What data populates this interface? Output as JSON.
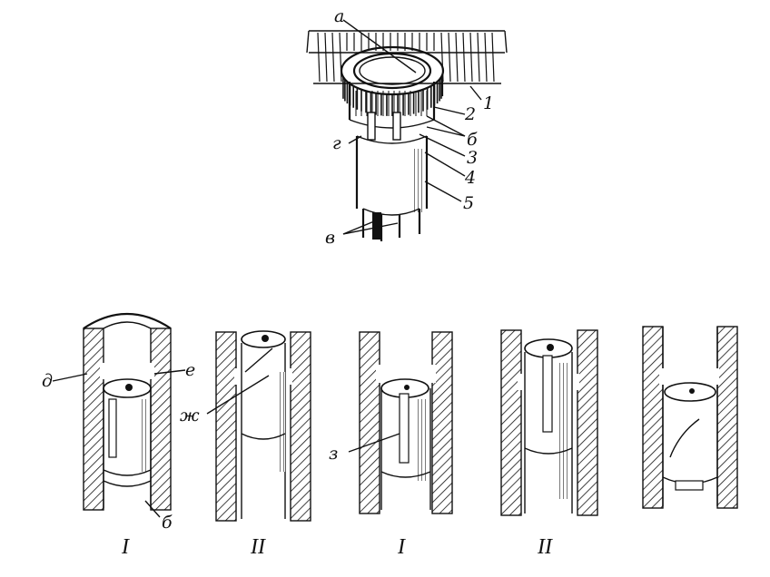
{
  "top_assembly": {
    "labels": {
      "a": "а",
      "b": "б",
      "v": "в",
      "g": "г",
      "n1": "1",
      "n2": "2",
      "n3": "3",
      "n4": "4",
      "n5": "5"
    }
  },
  "sections": [
    {
      "caption": "I",
      "letters": {
        "d": "д",
        "e": "е",
        "b": "б"
      }
    },
    {
      "caption": "II",
      "letters": {
        "zh": "ж"
      }
    },
    {
      "caption": "I",
      "letters": {
        "z": "з"
      }
    },
    {
      "caption": "II",
      "letters": {}
    },
    {
      "caption": "",
      "letters": {}
    }
  ]
}
